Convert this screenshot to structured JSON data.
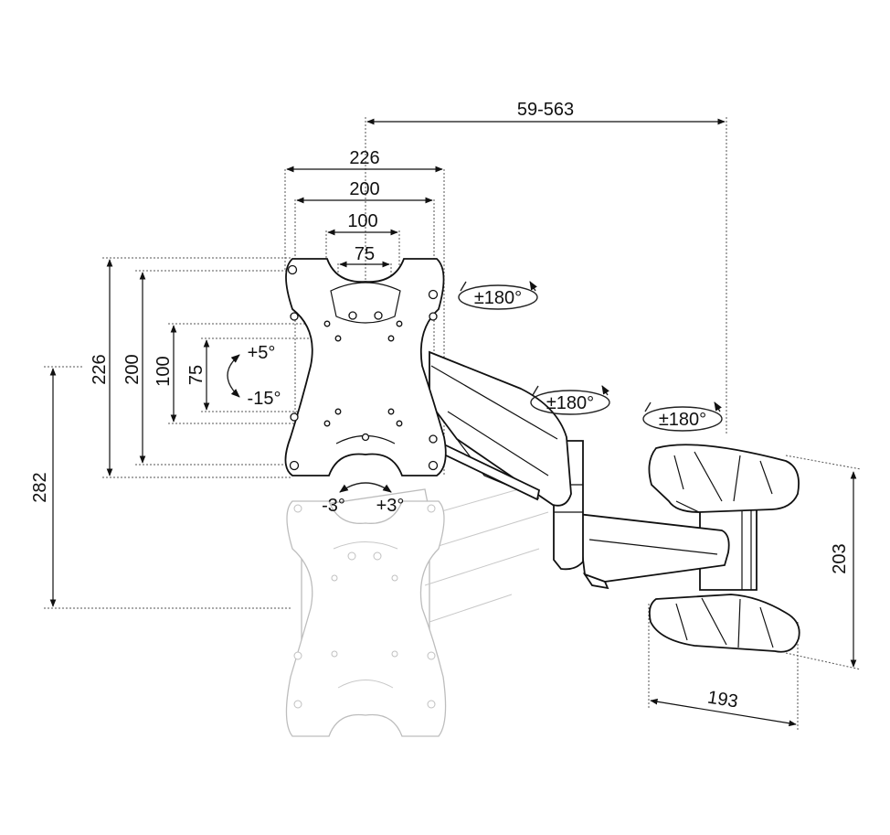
{
  "dimensions": {
    "reach": "59-563",
    "plate_width_outer": "226",
    "plate_width_vesa": "200",
    "plate_width_vesa_mid": "100",
    "plate_width_vesa_min": "75",
    "plate_height_outer": "226",
    "plate_height_vesa": "200",
    "plate_height_vesa_mid": "100",
    "plate_height_vesa_min": "75",
    "drop_height": "282",
    "wall_plate_height": "203",
    "wall_plate_depth": "193"
  },
  "rotations": {
    "plate_swivel": "±180°",
    "arm_joint_swivel": "±180°",
    "wall_joint_swivel": "±180°",
    "tilt_up": "+5°",
    "tilt_down": "-15°",
    "level_left": "-3°",
    "level_right": "+3°"
  }
}
